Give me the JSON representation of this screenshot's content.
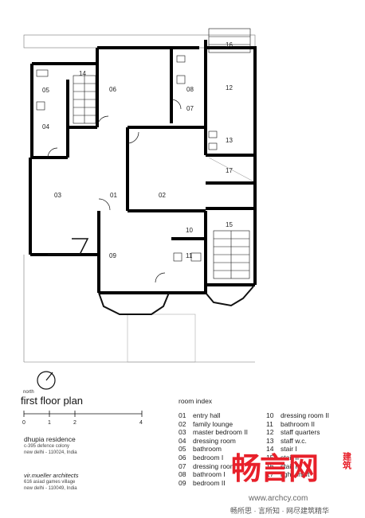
{
  "plan": {
    "title": "first floor plan",
    "north_label": "north",
    "rooms": [
      "01",
      "02",
      "03",
      "04",
      "05",
      "06",
      "07",
      "08",
      "09",
      "10",
      "11",
      "12",
      "13",
      "14",
      "15",
      "16",
      "17"
    ],
    "scale": {
      "ticks": [
        "0",
        "1",
        "2",
        "4"
      ]
    }
  },
  "project": {
    "name": "dhupia residence",
    "address_line1": "c-395 defence colony",
    "address_line2": "new delhi - 110024, India"
  },
  "architect": {
    "name": "vir.mueller architects",
    "address_line1": "616 asiad games village",
    "address_line2": "new delhi - 110049, India"
  },
  "room_index": {
    "heading": "room index",
    "col1": [
      {
        "num": "01",
        "name": "entry hall"
      },
      {
        "num": "02",
        "name": "family lounge"
      },
      {
        "num": "03",
        "name": "master bedroom II"
      },
      {
        "num": "04",
        "name": "dressing room"
      },
      {
        "num": "05",
        "name": "bathroom"
      },
      {
        "num": "06",
        "name": "bedroom I"
      },
      {
        "num": "07",
        "name": "dressing room"
      },
      {
        "num": "08",
        "name": "bathroom I"
      },
      {
        "num": "09",
        "name": "bedroom II"
      }
    ],
    "col2": [
      {
        "num": "10",
        "name": "dressing room II"
      },
      {
        "num": "11",
        "name": "bathroom II"
      },
      {
        "num": "12",
        "name": "staff quarters"
      },
      {
        "num": "13",
        "name": "staff w.c."
      },
      {
        "num": "14",
        "name": "stair I"
      },
      {
        "num": "15",
        "name": "stair II"
      },
      {
        "num": "16",
        "name": "stair III"
      },
      {
        "num": "17",
        "name": "light shaft"
      }
    ]
  },
  "watermark": {
    "brand": "畅言网",
    "brand_side": "建筑",
    "url": "www.archcy.com",
    "slogan": "畅所思 · 言所知 · 网尽建筑精华"
  }
}
